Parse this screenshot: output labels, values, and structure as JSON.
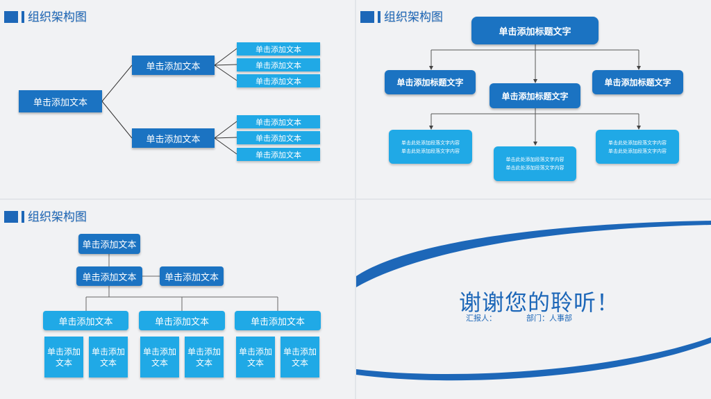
{
  "panel1": {
    "title": "组织架构图",
    "root": "单击添加文本",
    "branches": [
      {
        "label": "单击添加文本",
        "leaves": [
          "单击添加文本",
          "单击添加文本",
          "单击添加文本"
        ]
      },
      {
        "label": "单击添加文本",
        "leaves": [
          "单击添加文本",
          "单击添加文本",
          "单击添加文本"
        ]
      }
    ]
  },
  "panel2": {
    "title": "组织架构图",
    "top": "单击添加标题文字",
    "mids": [
      "单击添加标题文字",
      "单击添加标题文字",
      "单击添加标题文字"
    ],
    "details": [
      [
        "单击此处添加段落文字内容",
        "单击此处添加段落文字内容"
      ],
      [
        "单击此处添加段落文字内容",
        "单击此处添加段落文字内容"
      ],
      [
        "单击此处添加段落文字内容",
        "单击此处添加段落文字内容"
      ]
    ]
  },
  "panel3": {
    "title": "组织架构图",
    "top": "单击添加文本",
    "second": "单击添加文本",
    "side": "单击添加文本",
    "groups": [
      {
        "label": "单击添加文本",
        "cells": [
          "单击添加文本",
          "单击添加文本"
        ]
      },
      {
        "label": "单击添加文本",
        "cells": [
          "单击添加文本",
          "单击添加文本"
        ]
      },
      {
        "label": "单击添加文本",
        "cells": [
          "单击添加文本",
          "单击添加文本"
        ]
      }
    ]
  },
  "panel4": {
    "thanks": "谢谢您的聆听！",
    "reporter": "汇报人：",
    "department": "部门：人事部"
  },
  "colors": {
    "primary": "#1b73c2",
    "light": "#20a9e6",
    "text": "#1d67b8",
    "line": "#555555"
  }
}
